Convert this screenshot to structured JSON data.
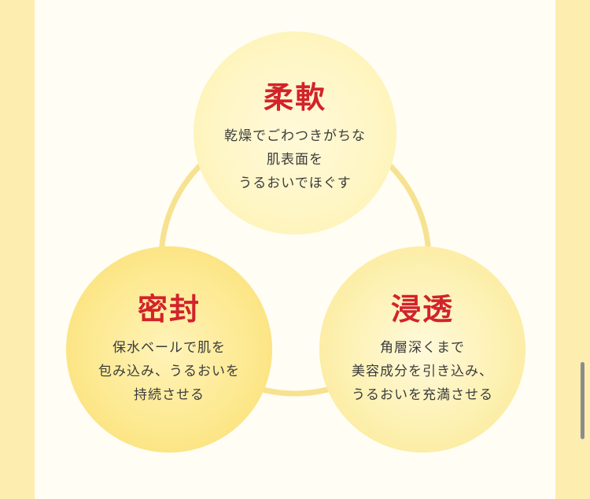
{
  "colors": {
    "background": "#fdeeb0",
    "panel": "#fffdf4",
    "title": "#d2232a",
    "text": "#3b3b3b",
    "connector": "#f6e290"
  },
  "features": [
    {
      "title": "柔軟",
      "lines": [
        "乾燥でごわつきがちな",
        "肌表面を",
        "うるおいでほぐす"
      ]
    },
    {
      "title": "密封",
      "lines": [
        "保水ベールで肌を",
        "包み込み、うるおいを",
        "持続させる"
      ]
    },
    {
      "title": "浸透",
      "lines": [
        "角層深くまで",
        "美容成分を引き込み、",
        "うるおいを充満させる"
      ]
    }
  ]
}
